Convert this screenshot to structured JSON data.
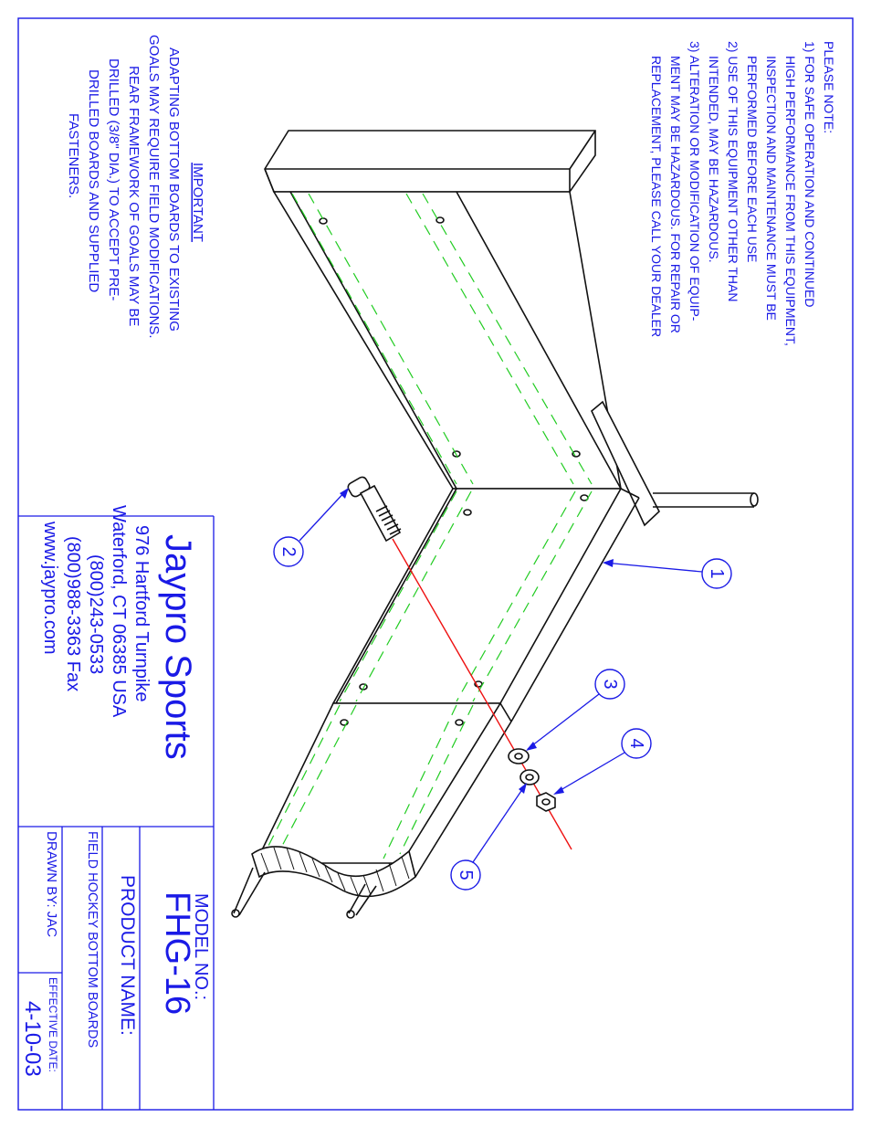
{
  "notes": {
    "heading": "PLEASE NOTE:",
    "lines": [
      "1) FOR SAFE OPERATION AND CONTINUED",
      "HIGH PERFORMANCE FROM THIS EQUIPMENT,",
      "INSPECTION AND MAINTENANCE MUST BE",
      "PERFORMED BEFORE EACH USE",
      "2) USE OF THIS EQUIPMENT OTHER THAN",
      "INTENDED, MAY BE HAZARDOUS.",
      "3) ALTERATION OR MODIFICATION OF EQUIP-",
      "MENT MAY BE HAZARDOUS.  FOR REPAIR OR",
      "REPLACEMENT, PLEASE CALL YOUR DEALER"
    ]
  },
  "important": {
    "heading": "IMPORTANT",
    "lines": [
      "ADAPTING BOTTOM BOARDS TO EXISTING",
      "GOALS MAY REQUIRE FIELD MODIFICATIONS.",
      "REAR FRAMEWORK OF GOALS MAY BE",
      "DRILLED (3/8\" DIA.) TO ACCEPT PRE-",
      "DRILLED BOARDS AND SUPPLIED",
      "FASTENERS."
    ]
  },
  "company": {
    "name": "Jaypro Sports",
    "lines": [
      "976 Hartford Turnpike",
      "Waterford, CT 06385 USA",
      "(800)243-0533",
      "(800)988-3363 Fax",
      "www.jaypro.com"
    ]
  },
  "title_block": {
    "model_label": "MODEL NO.:",
    "model": "FHG-16",
    "product_label": "PRODUCT NAME:",
    "product": "FIELD HOCKEY BOTTOM BOARDS",
    "drawn_by": "DRAWN BY: JAC",
    "effective_label": "EFFECTIVE DATE:",
    "effective_date": "4-10-03"
  },
  "callouts": [
    "1",
    "2",
    "3",
    "4",
    "5"
  ],
  "colors": {
    "annotation": "#1a1ae6",
    "hidden_lines": "#22cc22",
    "center_line": "#ee1111",
    "object_lines": "#111111"
  }
}
